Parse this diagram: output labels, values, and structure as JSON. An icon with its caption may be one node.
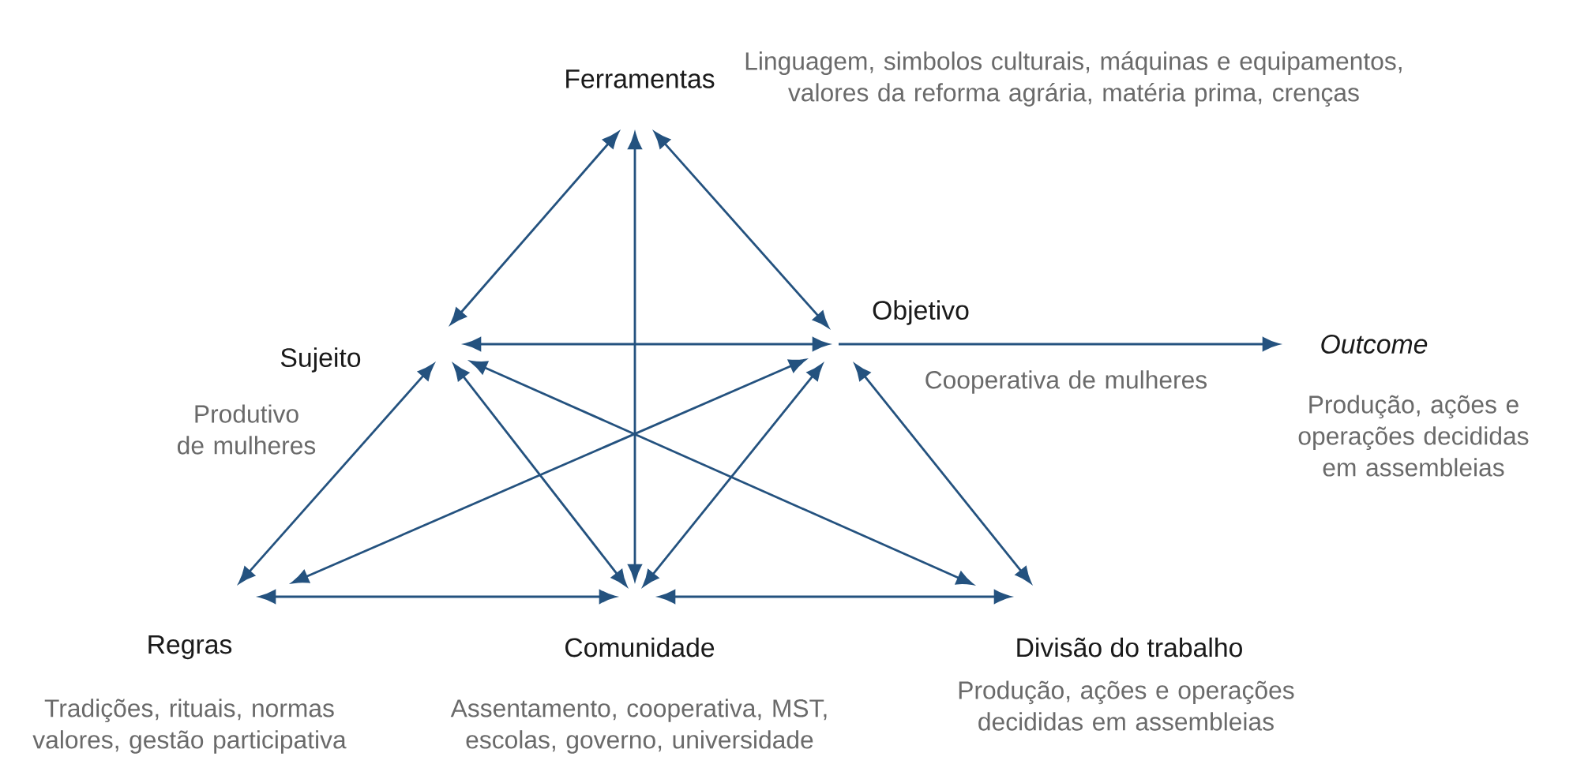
{
  "diagram": {
    "nodes": [
      {
        "text": [
          "Ferramentas"
        ]
      },
      {
        "text": [
          "Sujeito"
        ],
        "beside": [
          "Produtivo de mulheres"
        ]
      },
      {
        "text": [
          "Objetivo"
        ],
        "beside": [
          "Cooperativa de mulheres"
        ]
      },
      {
        "text": [
          "Outcome"
        ],
        "beside": [
          "Produção, ações e operações decididas em assembleias"
        ]
      },
      {
        "text": [
          "Regras"
        ],
        "beside": [
          "Tradições, rituais, normas valores, gestão participativa"
        ]
      },
      {
        "text": [
          "Comunidade"
        ],
        "beside": [
          "Assentamento, cooperativa, MST, escolas, governo, universidade"
        ]
      },
      {
        "text": [
          "Divisão do trabalho"
        ],
        "beside": [
          "Produção, ações e operações decididas em assembleias"
        ]
      }
    ],
    "edges": [
      {
        "from": 0,
        "to": 1,
        "arrow": "both"
      },
      {
        "from": 0,
        "to": 2,
        "arrow": "both"
      },
      {
        "from": 0,
        "to": 5,
        "arrow": "both"
      },
      {
        "from": 1,
        "to": 2,
        "arrow": "both"
      },
      {
        "from": 2,
        "to": 3,
        "arrow": "to"
      },
      {
        "from": 1,
        "to": 4,
        "arrow": "both"
      },
      {
        "from": 1,
        "to": 5,
        "arrow": "both"
      },
      {
        "from": 1,
        "to": 6,
        "arrow": "both"
      },
      {
        "from": 2,
        "to": 4,
        "arrow": "both"
      },
      {
        "from": 2,
        "to": 5,
        "arrow": "both"
      },
      {
        "from": 2,
        "to": 6,
        "arrow": "both"
      },
      {
        "from": 4,
        "to": 5,
        "arrow": "both"
      },
      {
        "from": 5,
        "to": 6,
        "arrow": "both"
      }
    ],
    "labels": [
      "Linguagem, simbolos culturais, máquinas e equipamentos, valores da reforma agrária, matéria prima, crenças"
    ]
  }
}
